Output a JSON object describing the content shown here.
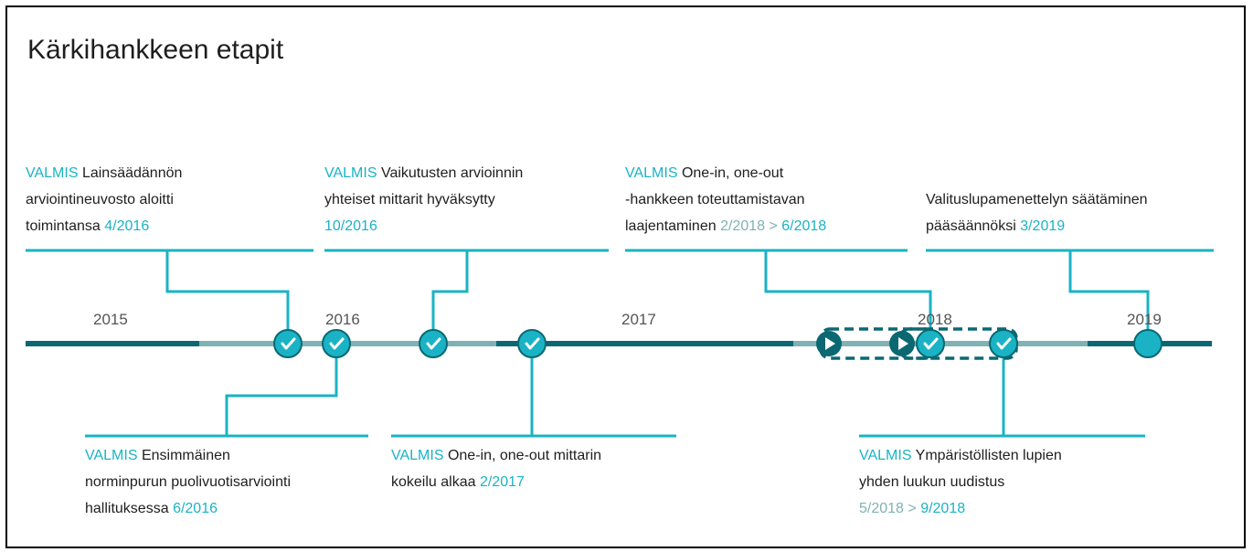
{
  "title": "Kärkihankkeen etapit",
  "years": [
    "2015",
    "2016",
    "2017",
    "2018",
    "2019"
  ],
  "milestones": [
    {
      "status": "VALMIS",
      "line1": "Lainsäädännön",
      "line2": "arviointineuvosto aloitti",
      "line3": "toimintansa",
      "date": "4/2016"
    },
    {
      "status": "VALMIS",
      "line1": "Vaikutusten arvioinnin",
      "line2": "yhteiset mittarit hyväksytty",
      "date": "10/2016"
    },
    {
      "status": "VALMIS",
      "line1": "One-in, one-out",
      "line2": "-hankkeen toteuttamistavan",
      "line3": "laajentaminen",
      "date_old": "2/2018",
      "arrow": ">",
      "date": "6/2018"
    },
    {
      "line1": "Valituslupamenettelyn säätäminen",
      "line2": "pääsäännöksi",
      "date": "3/2019"
    },
    {
      "status": "VALMIS",
      "line1": "Ensimmäinen",
      "line2": "norminpurun puolivuotisarviointi",
      "line3": "hallituksessa",
      "date": "6/2016"
    },
    {
      "status": "VALMIS",
      "line1": "One-in, one-out mittarin",
      "line2": "kokeilu alkaa",
      "date": "2/2017"
    },
    {
      "status": "VALMIS",
      "line1": "Ympäristöllisten lupien",
      "line2": "yhden luukun uudistus",
      "date_old": "5/2018",
      "arrow": ">",
      "date": "9/2018"
    }
  ],
  "colors": {
    "accent": "#1ab3c5",
    "track_dark": "#0b6872",
    "track_light": "#7fb2b4",
    "old_date": "#7fb2b4"
  },
  "icons": [
    "check-icon",
    "play-icon"
  ]
}
